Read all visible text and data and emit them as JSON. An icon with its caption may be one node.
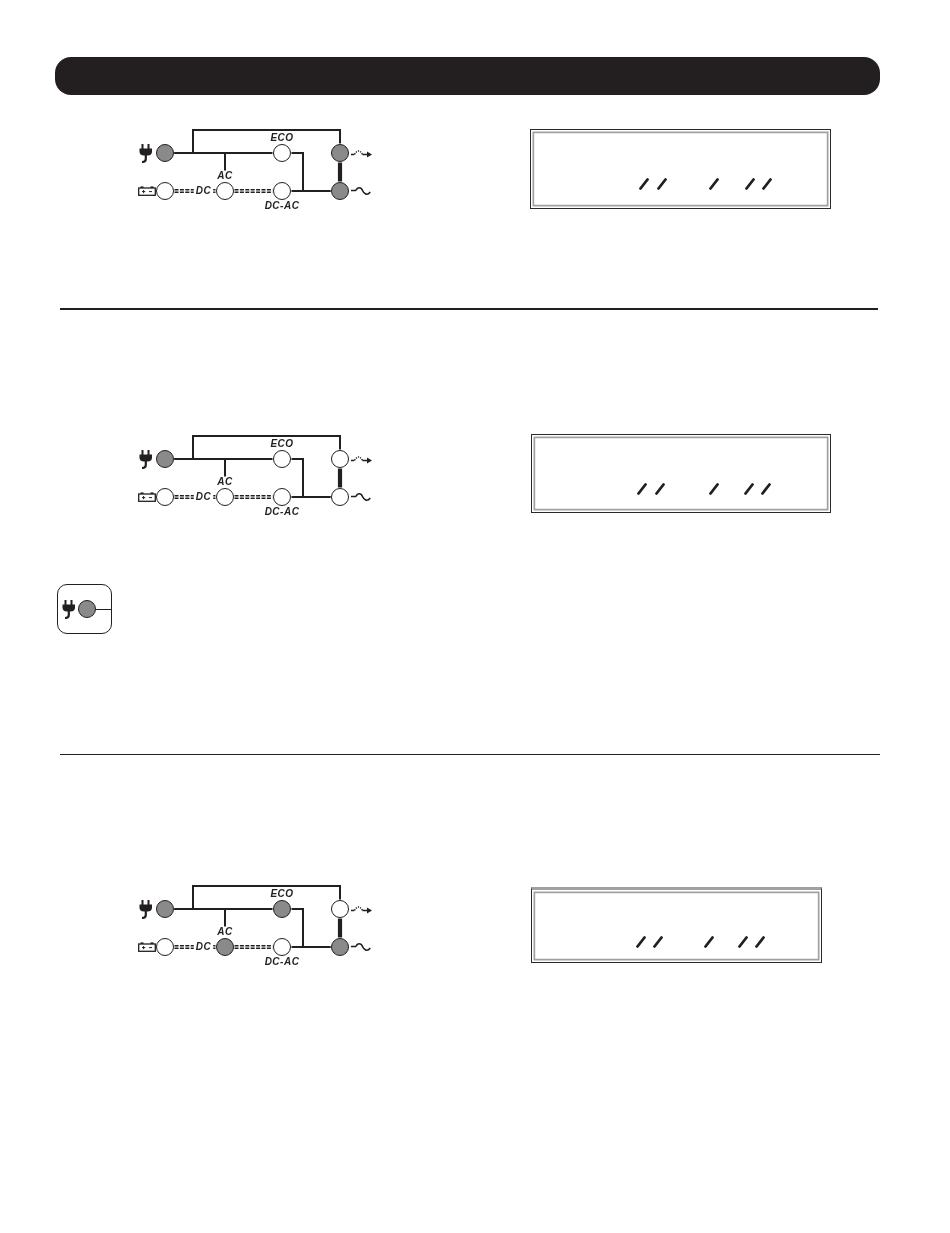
{
  "diagram": {
    "nodes": [
      {
        "text": [],
        "shape": "circle"
      },
      {
        "text": [],
        "shape": "circle",
        "beside": [
          "ECO"
        ]
      },
      {
        "text": [],
        "shape": "circle"
      },
      {
        "text": [],
        "shape": "circle"
      },
      {
        "text": [],
        "shape": "circle",
        "beside": [
          "AC"
        ]
      },
      {
        "text": [],
        "shape": "circle",
        "beside": [
          "DC-AC"
        ]
      },
      {
        "text": [],
        "shape": "circle"
      },
      {
        "text": [],
        "shape": "circle"
      },
      {
        "text": [],
        "shape": "circle",
        "beside": [
          "ECO"
        ]
      },
      {
        "text": [],
        "shape": "circle"
      },
      {
        "text": [],
        "shape": "circle"
      },
      {
        "text": [],
        "shape": "circle",
        "beside": [
          "AC"
        ]
      },
      {
        "text": [],
        "shape": "circle",
        "beside": [
          "DC-AC"
        ]
      },
      {
        "text": [],
        "shape": "circle"
      },
      {
        "text": [],
        "shape": "box"
      },
      {
        "text": [],
        "shape": "circle",
        "in": 14
      },
      {
        "text": [],
        "shape": "circle"
      },
      {
        "text": [],
        "shape": "circle",
        "beside": [
          "ECO"
        ]
      },
      {
        "text": [],
        "shape": "circle"
      },
      {
        "text": [],
        "shape": "circle"
      },
      {
        "text": [],
        "shape": "circle",
        "beside": [
          "AC"
        ]
      },
      {
        "text": [],
        "shape": "circle",
        "beside": [
          "DC-AC"
        ]
      },
      {
        "text": [],
        "shape": "circle"
      }
    ],
    "edges": [
      {
        "from": 0,
        "to": 1,
        "arrow": "none"
      },
      {
        "from": 0,
        "to": 2,
        "arrow": "none"
      },
      {
        "from": 0,
        "to": 4,
        "arrow": "none"
      },
      {
        "from": 1,
        "to": 6,
        "arrow": "none"
      },
      {
        "from": 2,
        "to": 6,
        "arrow": "none",
        "style": "thick"
      },
      {
        "from": 3,
        "to": 4,
        "arrow": "none",
        "style": "dashed",
        "label": "DC"
      },
      {
        "from": 4,
        "to": 5,
        "arrow": "none",
        "style": "dashed"
      },
      {
        "from": 5,
        "to": 6,
        "arrow": "none"
      },
      {
        "from": 7,
        "to": 8,
        "arrow": "none"
      },
      {
        "from": 7,
        "to": 9,
        "arrow": "none"
      },
      {
        "from": 7,
        "to": 11,
        "arrow": "none"
      },
      {
        "from": 8,
        "to": 13,
        "arrow": "none"
      },
      {
        "from": 9,
        "to": 13,
        "arrow": "none",
        "style": "thick"
      },
      {
        "from": 10,
        "to": 11,
        "arrow": "none",
        "style": "dashed",
        "label": "DC"
      },
      {
        "from": 11,
        "to": 12,
        "arrow": "none",
        "style": "dashed"
      },
      {
        "from": 12,
        "to": 13,
        "arrow": "none"
      },
      {
        "from": 16,
        "to": 17,
        "arrow": "none"
      },
      {
        "from": 16,
        "to": 18,
        "arrow": "none"
      },
      {
        "from": 16,
        "to": 20,
        "arrow": "none"
      },
      {
        "from": 17,
        "to": 22,
        "arrow": "none"
      },
      {
        "from": 18,
        "to": 22,
        "arrow": "none",
        "style": "thick"
      },
      {
        "from": 19,
        "to": 20,
        "arrow": "none",
        "style": "dashed",
        "label": "DC"
      },
      {
        "from": 20,
        "to": 21,
        "arrow": "none",
        "style": "dashed"
      },
      {
        "from": 21,
        "to": 22,
        "arrow": "none"
      }
    ]
  }
}
